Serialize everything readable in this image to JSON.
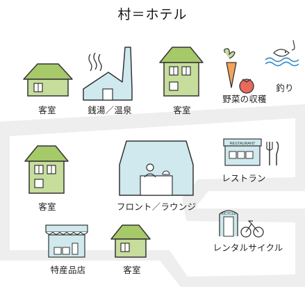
{
  "title": "村＝ホテル",
  "labels": {
    "guestroom": "客室",
    "bathhouse": "銭湯／温泉",
    "harvest": "野菜の収穫",
    "fishing": "釣り",
    "restaurant_label": "レストラン",
    "restaurant_sign": "RESTAURANT",
    "front": "フロント／ラウンジ",
    "rental": "レンタルサイクル",
    "bicycle_sign": "BICYCLE",
    "shop": "特産品店"
  },
  "colors": {
    "house_fill": "#c6dd9c",
    "house_roof": "#a6c96a",
    "blue_fill": "#cfe9ee",
    "road": "#eeeeee",
    "stroke": "#333333"
  }
}
